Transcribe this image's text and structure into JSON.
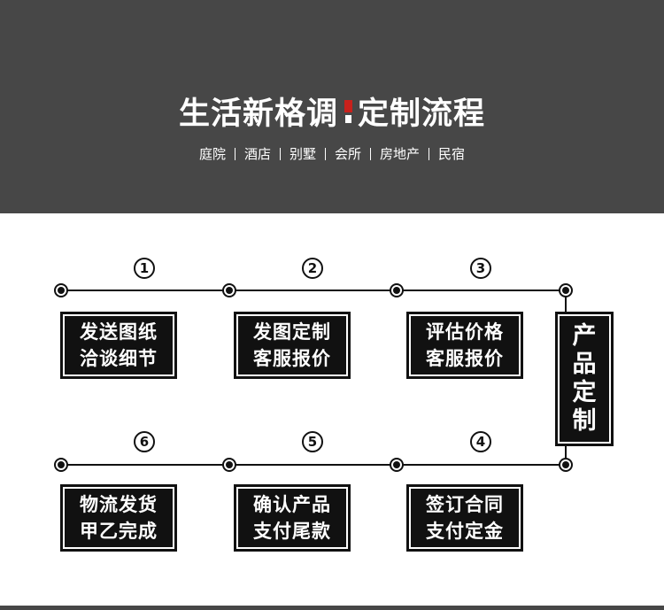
{
  "header": {
    "title_left": "生活新格调",
    "title_right": "定制流程",
    "categories": [
      "庭院",
      "酒店",
      "别墅",
      "会所",
      "房地产",
      "民宿"
    ]
  },
  "steps": [
    {
      "number": "1",
      "line1": "发送图纸",
      "line2": "洽谈细节"
    },
    {
      "number": "2",
      "line1": "发图定制",
      "line2": "客服报价"
    },
    {
      "number": "3",
      "line1": "评估价格",
      "line2": "客服报价"
    },
    {
      "number": "4",
      "line1": "签订合同",
      "line2": "支付定金"
    },
    {
      "number": "5",
      "line1": "确认产品",
      "line2": "支付尾款"
    },
    {
      "number": "6",
      "line1": "物流发货",
      "line2": "甲乙完成"
    }
  ],
  "side_box": {
    "chars": [
      "产",
      "品",
      "定",
      "制"
    ]
  },
  "colors": {
    "header_bg": "#474747",
    "box_bg": "#111111",
    "seal_red": "#c8211c"
  }
}
